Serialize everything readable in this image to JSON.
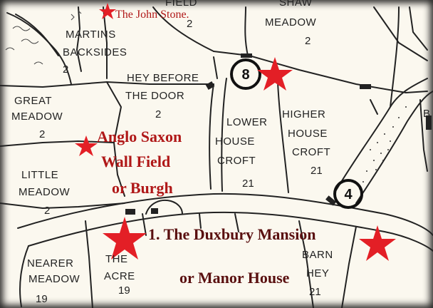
{
  "colors": {
    "paper": "#fbf8ef",
    "ink": "#222222",
    "annotation_red": "#b01818",
    "annotation_dark": "#5a1010",
    "star": "#e31f26"
  },
  "annotations": {
    "john_stone": "The John Stone.",
    "anglo_saxon_1": "Anglo Saxon",
    "anglo_saxon_2": "Wall Field",
    "anglo_saxon_3": "or Burgh",
    "duxbury_1": "1. The Duxbury Mansion",
    "duxbury_2": "or Manor House"
  },
  "fields": {
    "field_top_num": "2",
    "shaw_meadow_1": "SHAW",
    "shaw_meadow_2": "MEADOW",
    "shaw_meadow_num": "2",
    "martins_1": "MARTINS",
    "martins_2": "BACKSIDES",
    "martins_num": "2",
    "hey_before_1": "HEY BEFORE",
    "hey_before_2": "THE DOOR",
    "hey_before_num": "2",
    "great_meadow_1": "GREAT",
    "great_meadow_2": "MEADOW",
    "great_meadow_num": "2",
    "lower_house_1": "LOWER",
    "lower_house_2": "HOUSE",
    "lower_house_3": "CROFT",
    "lower_house_num": "21",
    "higher_house_1": "HIGHER",
    "higher_house_2": "HOUSE",
    "higher_house_3": "CROFT",
    "higher_house_num": "21",
    "little_meadow_1": "LITTLE",
    "little_meadow_2": "MEADOW",
    "little_meadow_num": "2",
    "nearer_meadow_1": "NEARER",
    "nearer_meadow_2": "MEADOW",
    "nearer_meadow_num": "19",
    "the_acre_1": "THE",
    "the_acre_2": "ACRE",
    "the_acre_num": "19",
    "barn_hey_1": "BARN",
    "barn_hey_2": "HEY",
    "barn_hey_num": "21",
    "edge_right": "B",
    "field_top_label": "FIELD"
  },
  "markers": {
    "ring_8": "8",
    "ring_4": "4"
  }
}
